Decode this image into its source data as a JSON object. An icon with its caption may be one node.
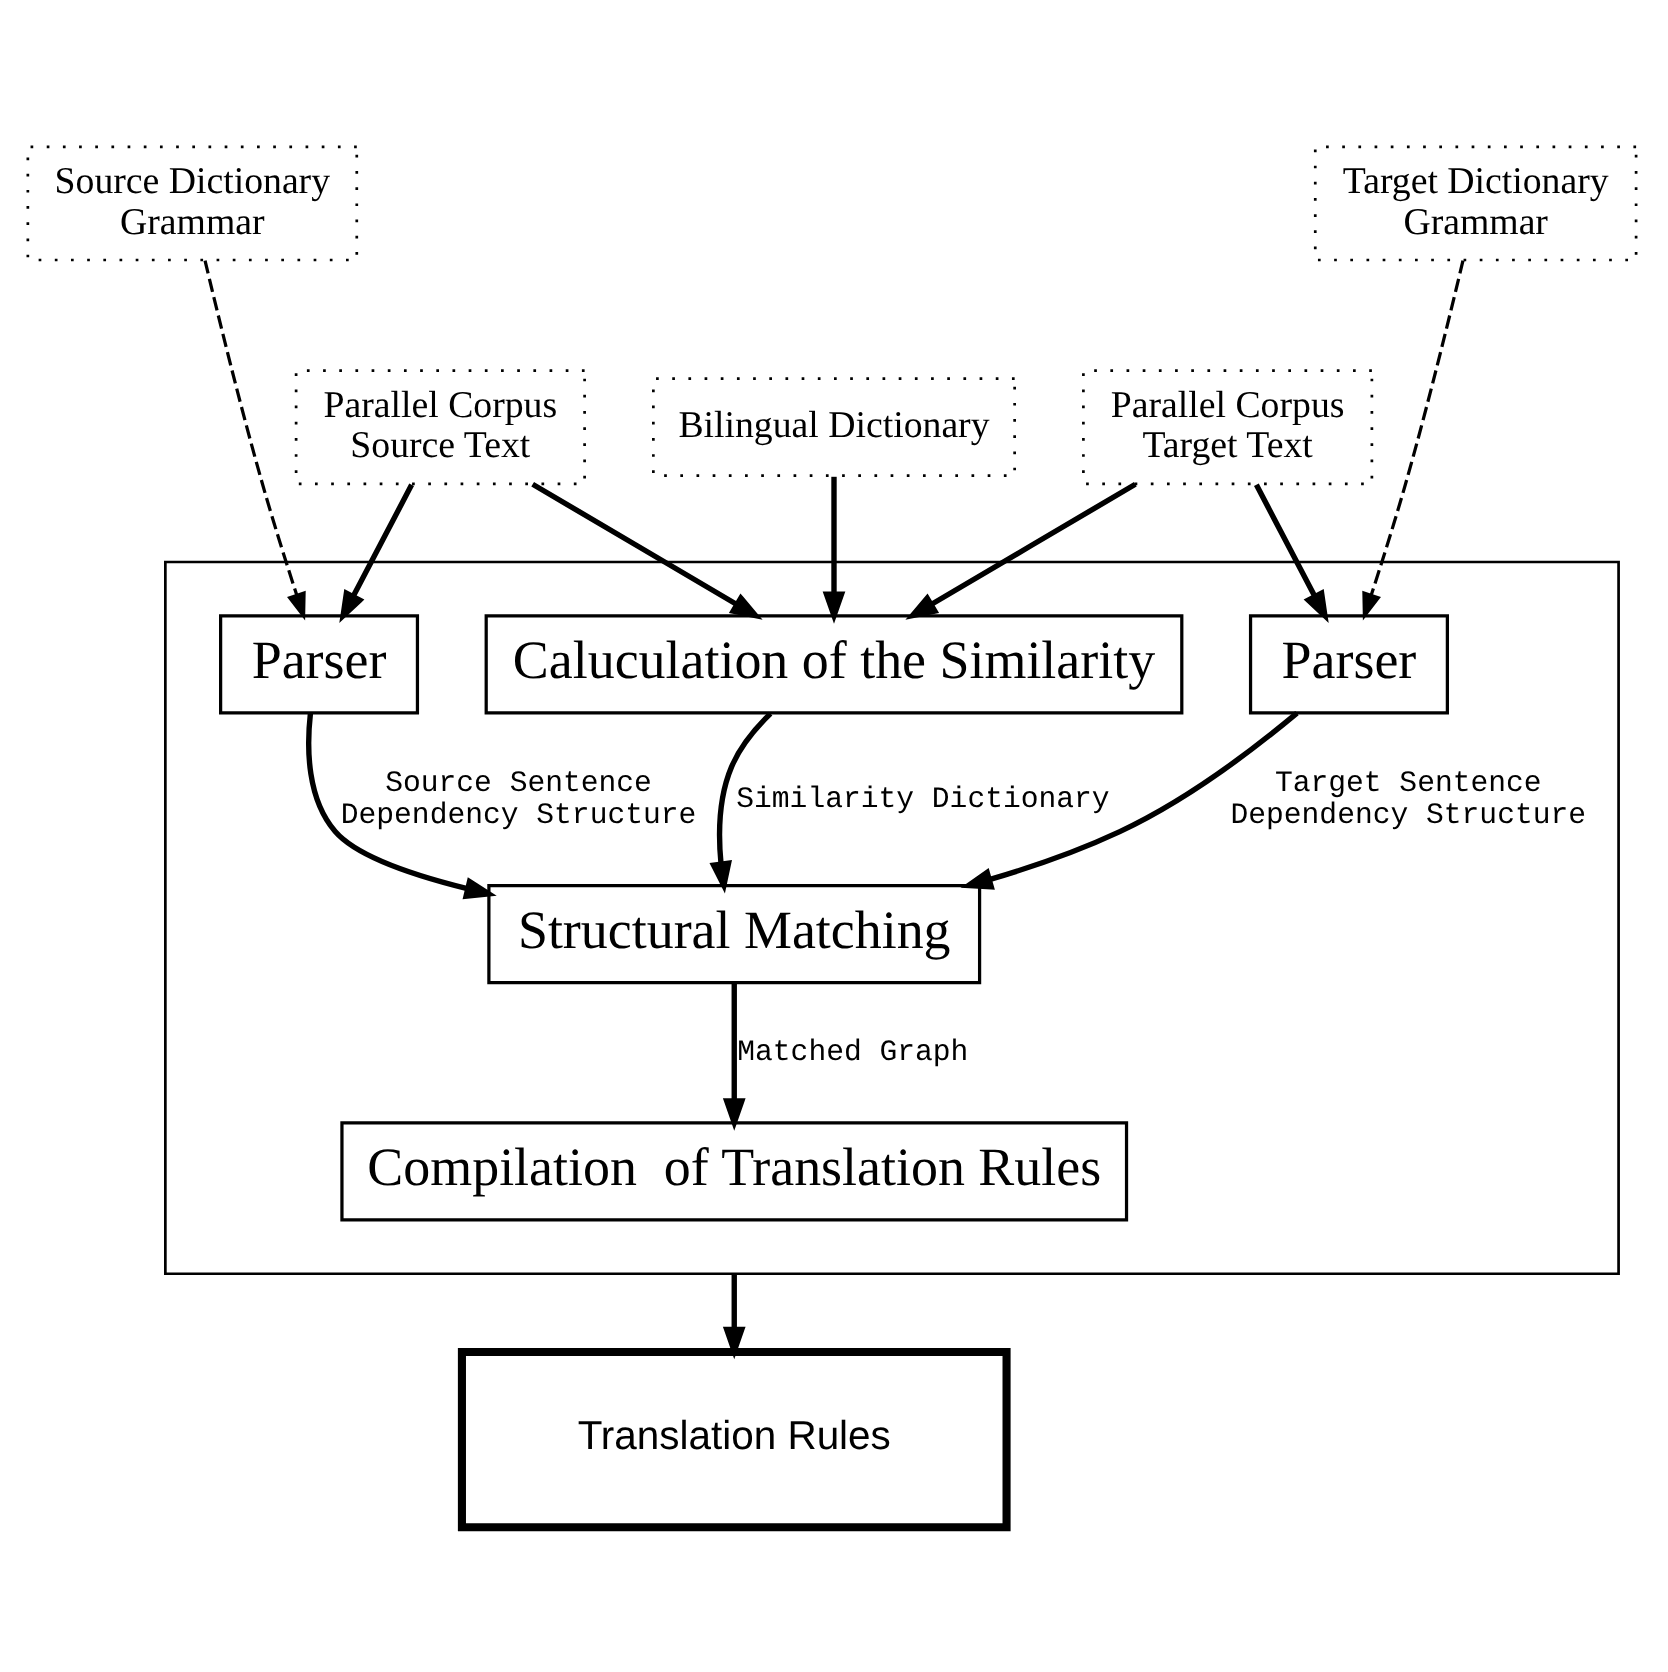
{
  "diagram": {
    "nodes": [
      {
        "text": [
          "Source Dictionary Grammar"
        ]
      },
      {
        "text": [
          "Target Dictionary Grammar"
        ]
      },
      {
        "text": [
          "Parallel Corpus Source Text"
        ]
      },
      {
        "text": [
          "Bilingual Dictionary"
        ]
      },
      {
        "text": [
          "Parallel Corpus Target Text"
        ]
      },
      {
        "text": [],
        "shape": "box"
      },
      {
        "text": [
          "Parser"
        ],
        "in": 5
      },
      {
        "text": [
          "Caluculation of the Similarity"
        ],
        "in": 5
      },
      {
        "text": [
          "Parser"
        ],
        "in": 5
      },
      {
        "text": [
          "Structural Matching"
        ],
        "in": 5
      },
      {
        "text": [
          "Compilation  of Translation Rules"
        ],
        "in": 5
      },
      {
        "text": [
          "Translation Rules"
        ]
      }
    ],
    "edges": [
      {
        "from": 0,
        "to": 6,
        "arrow": "to",
        "style": "dashed"
      },
      {
        "from": 2,
        "to": 6,
        "arrow": "to"
      },
      {
        "from": 2,
        "to": 7,
        "arrow": "to"
      },
      {
        "from": 3,
        "to": 7,
        "arrow": "to"
      },
      {
        "from": 4,
        "to": 7,
        "arrow": "to"
      },
      {
        "from": 4,
        "to": 8,
        "arrow": "to"
      },
      {
        "from": 1,
        "to": 8,
        "arrow": "to",
        "style": "dashed"
      },
      {
        "from": 6,
        "to": 9,
        "arrow": "to",
        "label": "Source Sentence Dependency Structure"
      },
      {
        "from": 7,
        "to": 9,
        "arrow": "to",
        "label": "Similarity Dictionary"
      },
      {
        "from": 8,
        "to": 9,
        "arrow": "to",
        "label": "Target Sentence Dependency Structure"
      },
      {
        "from": 9,
        "to": 10,
        "arrow": "to",
        "label": "Matched Graph"
      },
      {
        "from": 5,
        "to": 11,
        "arrow": "to"
      }
    ]
  }
}
